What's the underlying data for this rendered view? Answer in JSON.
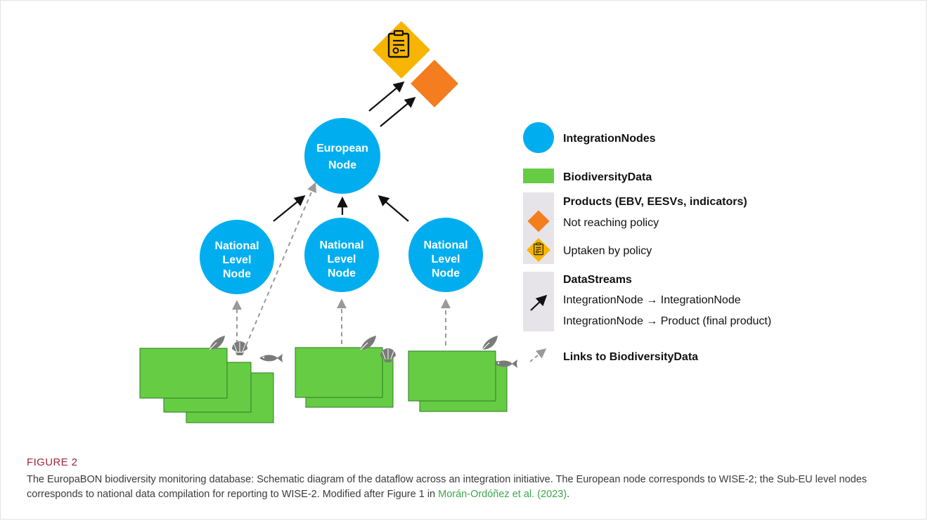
{
  "nodes": {
    "european": {
      "line1": "European",
      "line2": "Node"
    },
    "national_1": {
      "line1": "National",
      "line2": "Level",
      "line3": "Node"
    },
    "national_2": {
      "line1": "National",
      "line2": "Level",
      "line3": "Node"
    },
    "national_3": {
      "line1": "National",
      "line2": "Level",
      "line3": "Node"
    }
  },
  "legend": {
    "integration_nodes": "IntegrationNodes",
    "biodiversity_data": "BiodiversityData",
    "products_title": "Products (EBV, EESVs, indicators)",
    "not_reaching_policy": "Not reaching policy",
    "uptaken_by_policy": "Uptaken by policy",
    "datastreams_title": "DataStreams",
    "stream_node_node": "IntegrationNode → IntegrationNode",
    "stream_node_product": "IntegrationNode → Product (final product)",
    "links_biodiversity": "Links to BiodiversityData"
  },
  "caption": {
    "label": "FIGURE 2",
    "text": "The EuropaBON biodiversity monitoring database: Schematic diagram of the dataflow across an integration initiative. The European node corresponds to WISE-2; the Sub-EU level nodes corresponds to national data compilation for reporting to WISE-2. Modified after Figure 1 in ",
    "link": "Morán-Ordóñez et al. (2023)",
    "end": "."
  },
  "colors": {
    "node": "#00aeef",
    "data": "#66cc44",
    "product_orange": "#f47d20",
    "product_yellow": "#f7b500",
    "legend_panel": "#e6e4e8"
  }
}
